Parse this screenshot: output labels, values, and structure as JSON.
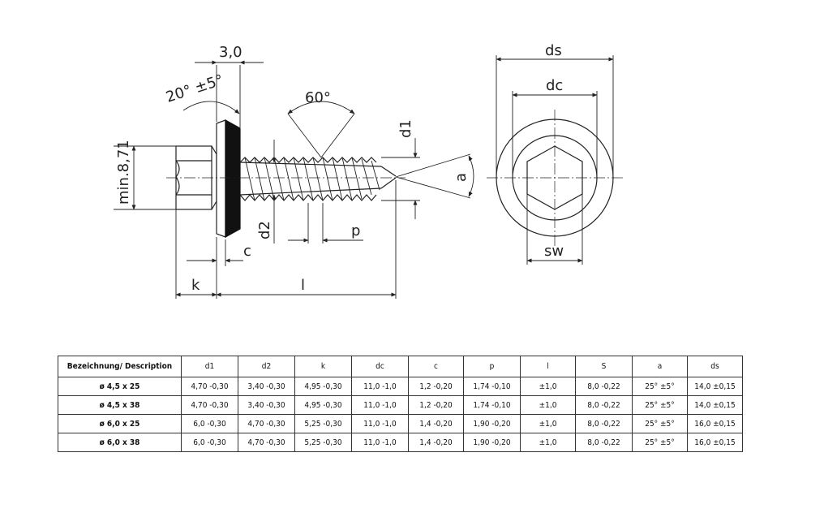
{
  "drawing": {
    "labels": {
      "washer_thickness": "3,0",
      "angle_washer": "20° ±5°",
      "angle_head": "60°",
      "min_height": "min.8,71",
      "d1": "d1",
      "d2": "d2",
      "a": "a",
      "p": "p",
      "c": "c",
      "k": "k",
      "l": "l",
      "ds": "ds",
      "dc": "dc",
      "sw": "sw"
    }
  },
  "table": {
    "headers": [
      "Bezeichnung/ Description",
      "d1",
      "d2",
      "k",
      "dc",
      "c",
      "p",
      "l",
      "S",
      "a",
      "ds"
    ],
    "rows": [
      [
        "ø 4,5 x 25",
        "4,70 -0,30",
        "3,40 -0,30",
        "4,95 -0,30",
        "11,0 -1,0",
        "1,2 -0,20",
        "1,74 -0,10",
        "±1,0",
        "8,0 -0,22",
        "25° ±5°",
        "14,0 ±0,15"
      ],
      [
        "ø 4,5 x 38",
        "4,70 -0,30",
        "3,40 -0,30",
        "4,95 -0,30",
        "11,0 -1,0",
        "1,2 -0,20",
        "1,74 -0,10",
        "±1,0",
        "8,0 -0,22",
        "25° ±5°",
        "14,0 ±0,15"
      ],
      [
        "ø 6,0 x 25",
        "6,0 -0,30",
        "4,70 -0,30",
        "5,25 -0,30",
        "11,0 -1,0",
        "1,4 -0,20",
        "1,90 -0,20",
        "±1,0",
        "8,0 -0,22",
        "25° ±5°",
        "16,0 ±0,15"
      ],
      [
        "ø 6,0 x 38",
        "6,0 -0,30",
        "4,70 -0,30",
        "5,25 -0,30",
        "11,0 -1,0",
        "1,4 -0,20",
        "1,90 -0,20",
        "±1,0",
        "8,0 -0,22",
        "25° ±5°",
        "16,0 ±0,15"
      ]
    ]
  }
}
